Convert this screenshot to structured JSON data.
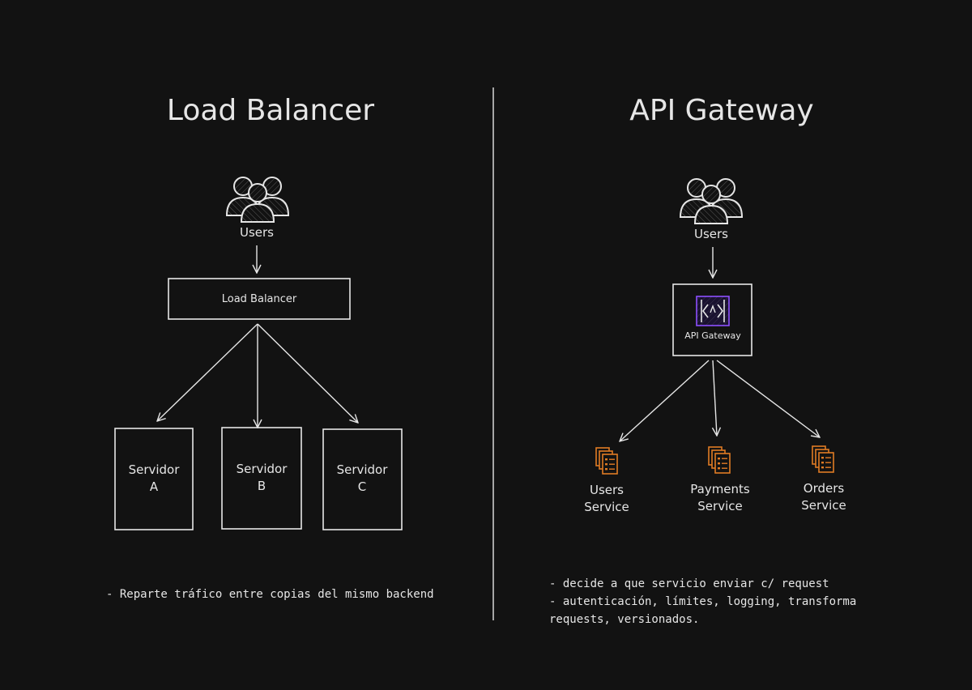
{
  "left": {
    "title": "Load Balancer",
    "users_label": "Users",
    "balancer_label": "Load Balancer",
    "servers": [
      {
        "line1": "Servidor",
        "line2": "A"
      },
      {
        "line1": "Servidor",
        "line2": "B"
      },
      {
        "line1": "Servidor",
        "line2": "C"
      }
    ],
    "note": "- Reparte tráfico entre copias del mismo backend"
  },
  "right": {
    "title": "API Gateway",
    "users_label": "Users",
    "gateway_label": "API Gateway",
    "services": [
      {
        "line1": "Users",
        "line2": "Service"
      },
      {
        "line1": "Payments",
        "line2": "Service"
      },
      {
        "line1": "Orders",
        "line2": "Service"
      }
    ],
    "notes": [
      "- decide a que servicio enviar c/ request",
      "- autenticación, límites, logging, transforma",
      "requests, versionados."
    ]
  },
  "colors": {
    "background": "#121212",
    "foreground": "#e6e6e6",
    "service_icon": "#e07b24",
    "gateway_icon": "#8c4fff"
  },
  "icons": {
    "users": "users-group-icon",
    "gateway": "api-gateway-icon",
    "service": "service-stack-icon"
  }
}
